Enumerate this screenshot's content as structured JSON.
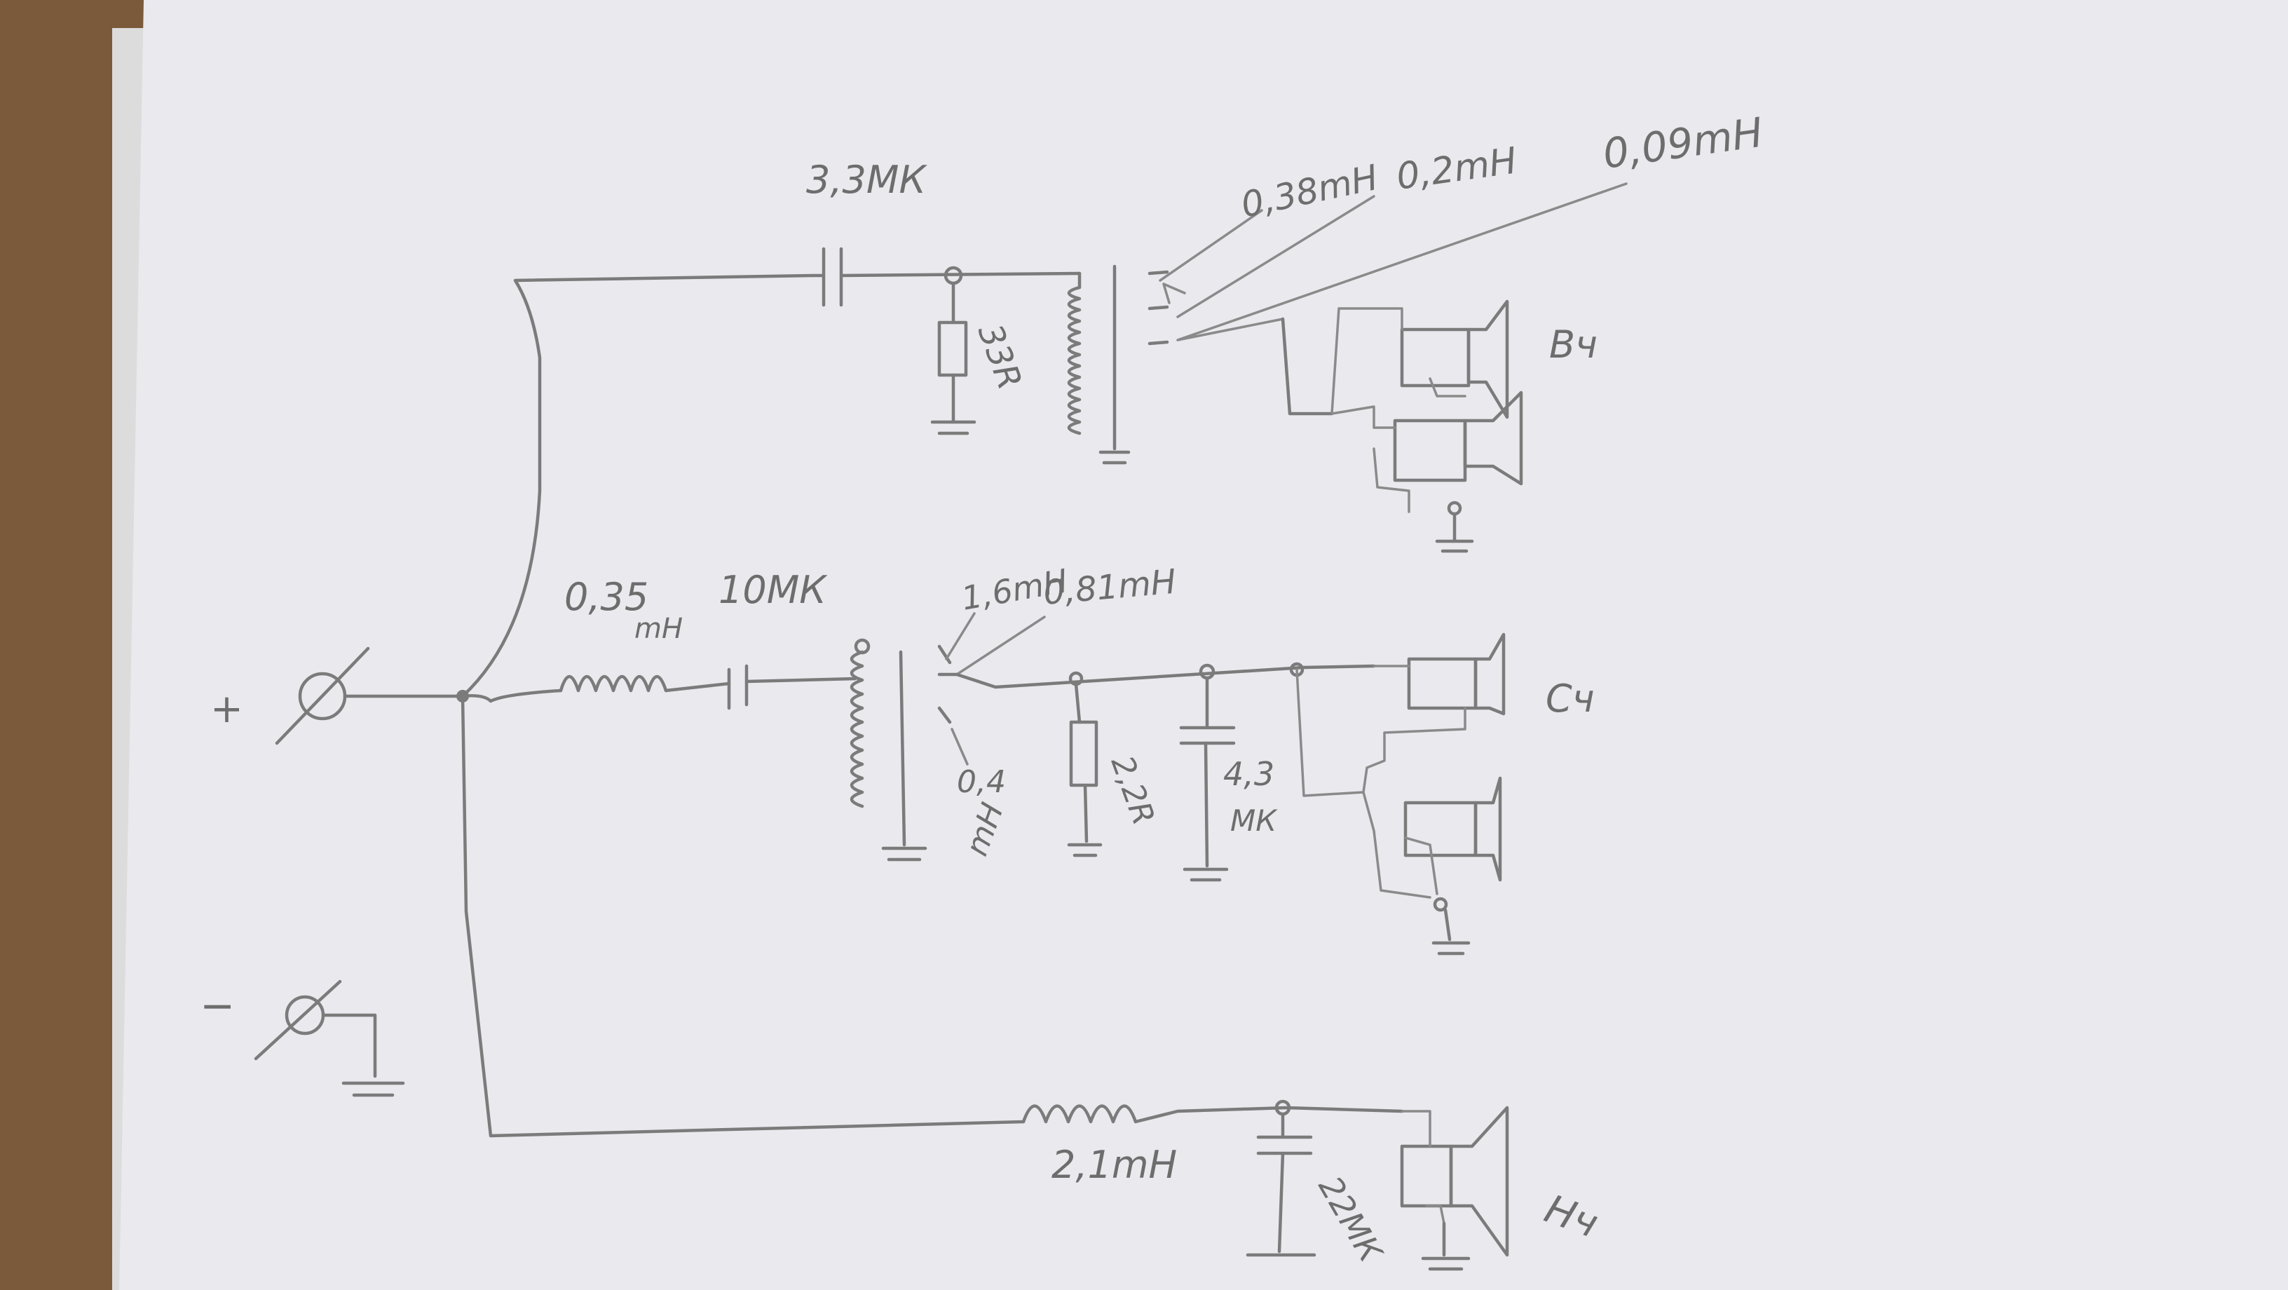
{
  "colors": {
    "paper": "#e9e9ee",
    "pencil": "#7b7b7b",
    "desk": "#7a5a3a"
  },
  "terminals": {
    "plus": "+",
    "minus": "−"
  },
  "tweeter": {
    "cap": "3,3МК",
    "resistor": "33R",
    "taps": [
      "0,38mH",
      "0,2mH",
      "0,09mH"
    ],
    "band": "Вч"
  },
  "mid": {
    "coil": "0,35",
    "coil_unit": "mH",
    "cap": "10МК",
    "taps": [
      "1,6mH",
      "0,81mH",
      "0,4",
      "mH"
    ],
    "resistor": "2,2R",
    "cap2": "4,3",
    "cap2_unit": "МК",
    "band": "Сч"
  },
  "low": {
    "coil": "2,1mH",
    "cap": "22МК",
    "band": "Нч"
  }
}
